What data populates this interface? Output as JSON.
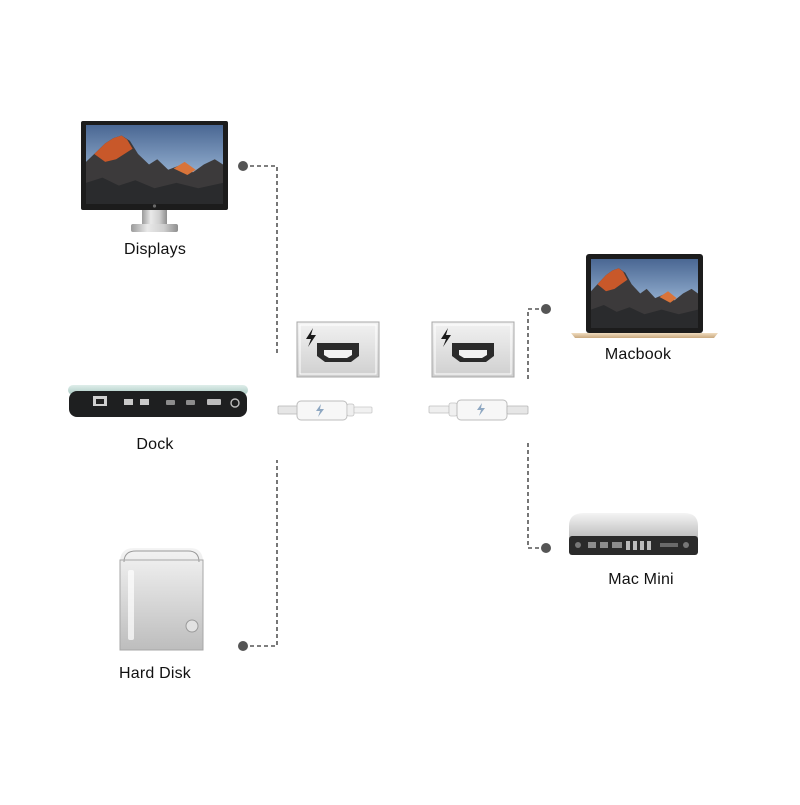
{
  "diagram": {
    "devices": {
      "displays": "Displays",
      "dock": "Dock",
      "hard_disk": "Hard Disk",
      "macbook": "Macbook",
      "mac_mini": "Mac Mini"
    },
    "connector_icon": "thunderbolt-icon",
    "cable_icon": "thunderbolt-cable-icon",
    "colors": {
      "line": "#555555",
      "bolt": "#1a1a1a",
      "port_panel": "#dcdcdc",
      "screen_orange": "#c8582a",
      "screen_sky": "#6f8fb8"
    }
  }
}
